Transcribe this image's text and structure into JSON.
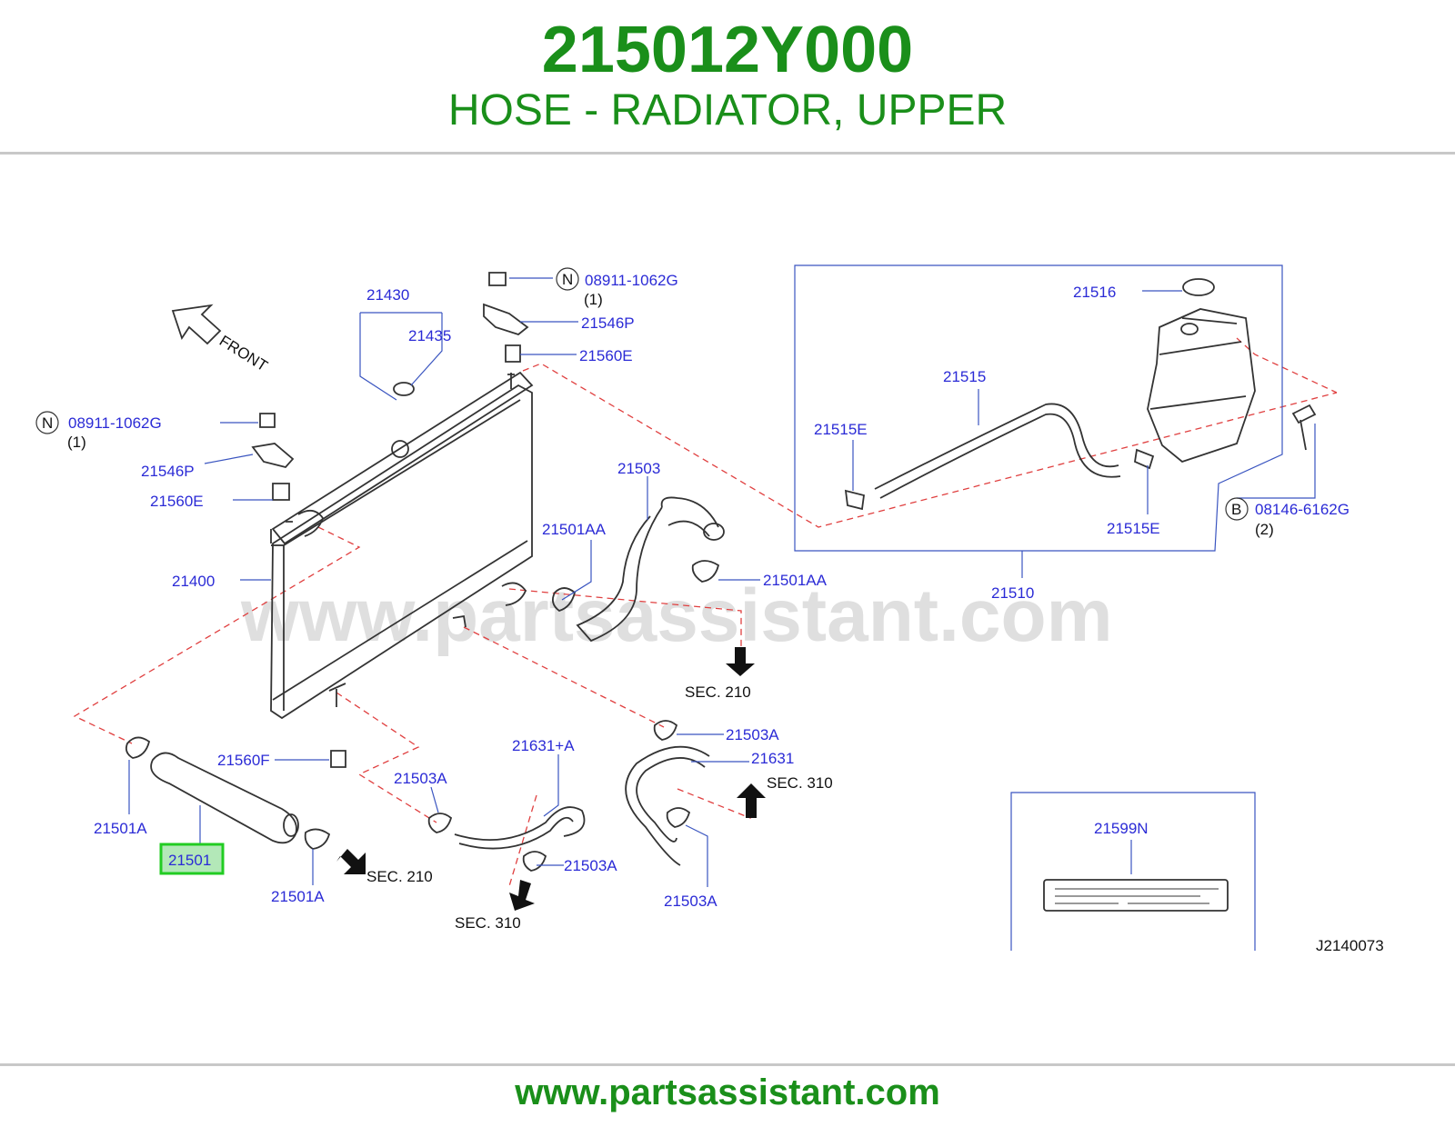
{
  "header": {
    "part_number": "215012Y000",
    "part_name": "HOSE - RADIATOR, UPPER"
  },
  "diagram": {
    "watermark": "www.partsassistant.com",
    "front_label": "FRONT",
    "diagram_code": "J2140073",
    "highlighted_part": "21501",
    "labels": {
      "n_upper_code": "08911-1062G",
      "n_upper_qty": "(1)",
      "n_left_code": "08911-1062G",
      "n_left_qty": "(1)",
      "b_code": "08146-6162G",
      "b_qty": "(2)",
      "badge_n": "N",
      "badge_b": "B",
      "p21430": "21430",
      "p21435": "21435",
      "p21546p_top": "21546P",
      "p21560e_top": "21560E",
      "p21546p_left": "21546P",
      "p21560e_left": "21560E",
      "p21400": "21400",
      "p21503": "21503",
      "p21501aa_left": "21501AA",
      "p21501aa_right": "21501AA",
      "p21516": "21516",
      "p21515": "21515",
      "p21515e_left": "21515E",
      "p21515e_right": "21515E",
      "p21510": "21510",
      "p21560f": "21560F",
      "p21501a_left": "21501A",
      "p21501a_bottom": "21501A",
      "p21503a_1": "21503A",
      "p21503a_2": "21503A",
      "p21503a_3": "21503A",
      "p21503a_4": "21503A",
      "p21631a": "21631+A",
      "p21631": "21631",
      "p21599n": "21599N",
      "sec210_top": "SEC.  210",
      "sec210_bottom": "SEC.  210",
      "sec310_right": "SEC.  310",
      "sec310_bottom": "SEC.  310"
    }
  },
  "footer": {
    "url": "www.partsassistant.com"
  },
  "colors": {
    "brand_green": "#1a8f1a",
    "label_blue": "#2b2bd6",
    "dashed_red": "#e04040",
    "highlight_green": "#22cc22"
  }
}
